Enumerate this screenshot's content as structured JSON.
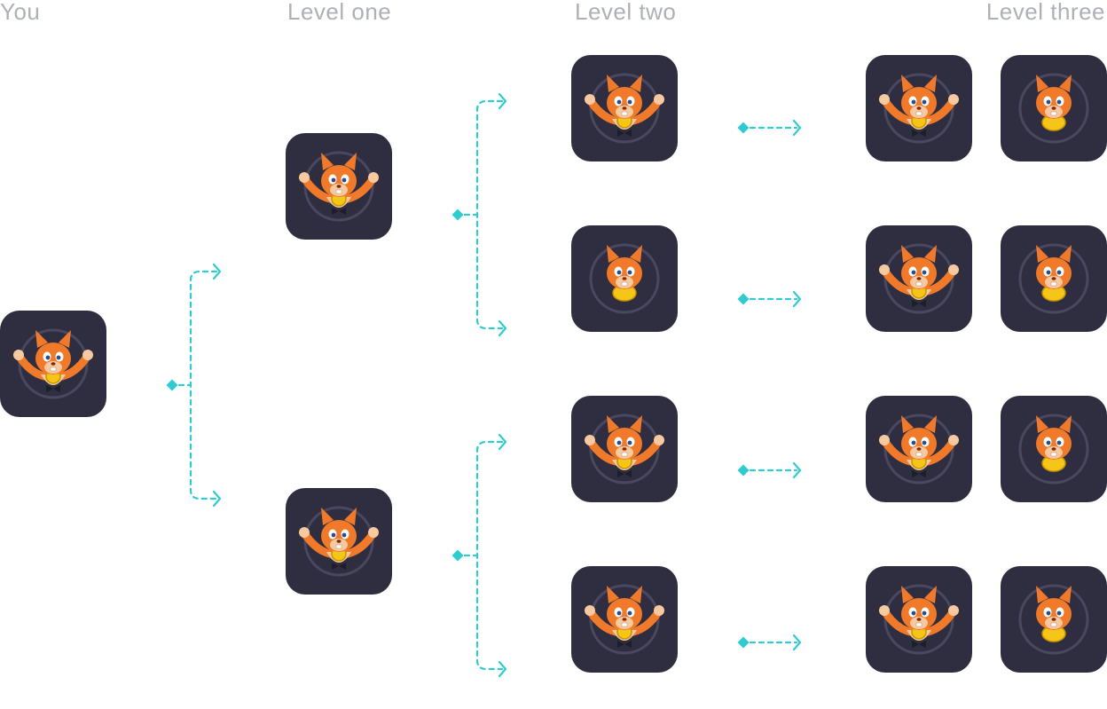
{
  "headers": {
    "you": "You",
    "level_one": "Level one",
    "level_two": "Level two",
    "level_three": "Level three"
  },
  "colors": {
    "background": "#ffffff",
    "header_text": "#aeb0b8",
    "card_bg": "#2f2e40",
    "ring": "#4a4860",
    "connector": "#2ecbd0",
    "squirrel_fur": "#f07a2a",
    "squirrel_light": "#f7c9a0",
    "coin": "#f5c518"
  },
  "icons": {
    "card_full": "squirrel-waving-icon",
    "card_head": "squirrel-coin-icon"
  },
  "tree": {
    "you": {
      "variant": "full"
    },
    "level_one": [
      {
        "variant": "full"
      },
      {
        "variant": "full"
      }
    ],
    "level_two": [
      {
        "variant": "full"
      },
      {
        "variant": "head"
      },
      {
        "variant": "full"
      },
      {
        "variant": "full"
      }
    ],
    "level_three": [
      [
        {
          "variant": "full"
        },
        {
          "variant": "head"
        }
      ],
      [
        {
          "variant": "full"
        },
        {
          "variant": "head"
        }
      ],
      [
        {
          "variant": "full"
        },
        {
          "variant": "head"
        }
      ],
      [
        {
          "variant": "full"
        },
        {
          "variant": "head"
        }
      ]
    ]
  }
}
